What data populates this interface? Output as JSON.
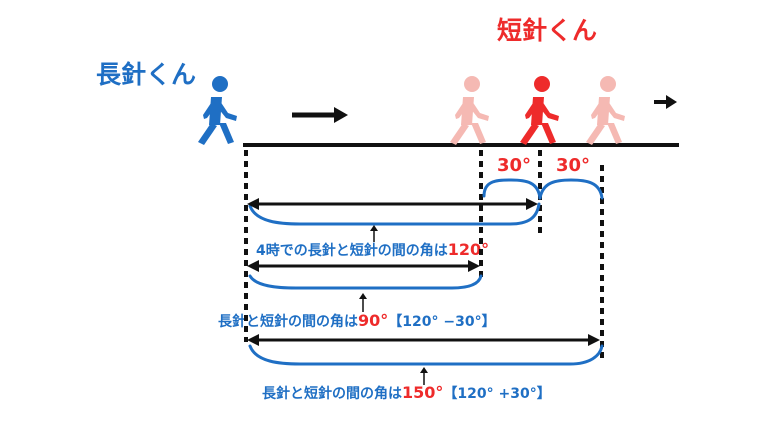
{
  "colors": {
    "blue": "#1f6fc4",
    "red": "#ee2b2b",
    "faded_red": "#f5b9b3",
    "black": "#111111"
  },
  "characters": {
    "long_hand": {
      "name": "長針くん",
      "icon": "walking-person-icon",
      "color": "#1f6fc4"
    },
    "short_hand": {
      "name": "短針くん",
      "icon": "walking-person-icon",
      "color": "#ee2b2b"
    }
  },
  "angles": {
    "first_step": "30°",
    "second_step": "30°"
  },
  "captions": {
    "c1": {
      "prefix": "4時での長針と短針の間の角は",
      "value": "120°",
      "suffix": ""
    },
    "c2": {
      "prefix": "長針と短針の間の角は",
      "value": "90°",
      "suffix": "【120° −30°】"
    },
    "c3": {
      "prefix": "長針と短針の間の角は",
      "value": "150°",
      "suffix": "【120° +30°】"
    }
  }
}
